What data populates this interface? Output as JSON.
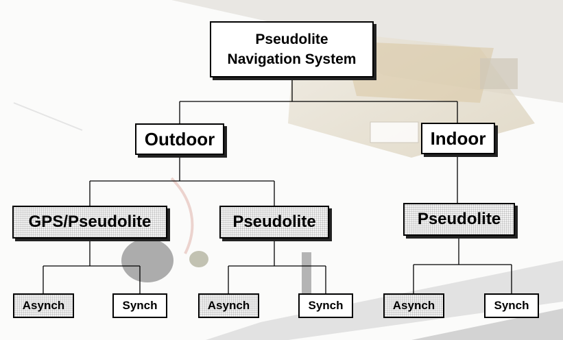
{
  "diagram": {
    "root": {
      "label_line1": "Pseudolite",
      "label_line2": "Navigation System"
    },
    "outdoor": {
      "label": "Outdoor",
      "gps_pseudolite": {
        "label": "GPS/Pseudolite",
        "async": "Asynch",
        "sync": "Synch"
      },
      "pseudolite": {
        "label": "Pseudolite",
        "async": "Asynch",
        "sync": "Synch"
      }
    },
    "indoor": {
      "label": "Indoor",
      "pseudolite": {
        "label": "Pseudolite",
        "async": "Asynch",
        "sync": "Synch"
      }
    }
  }
}
